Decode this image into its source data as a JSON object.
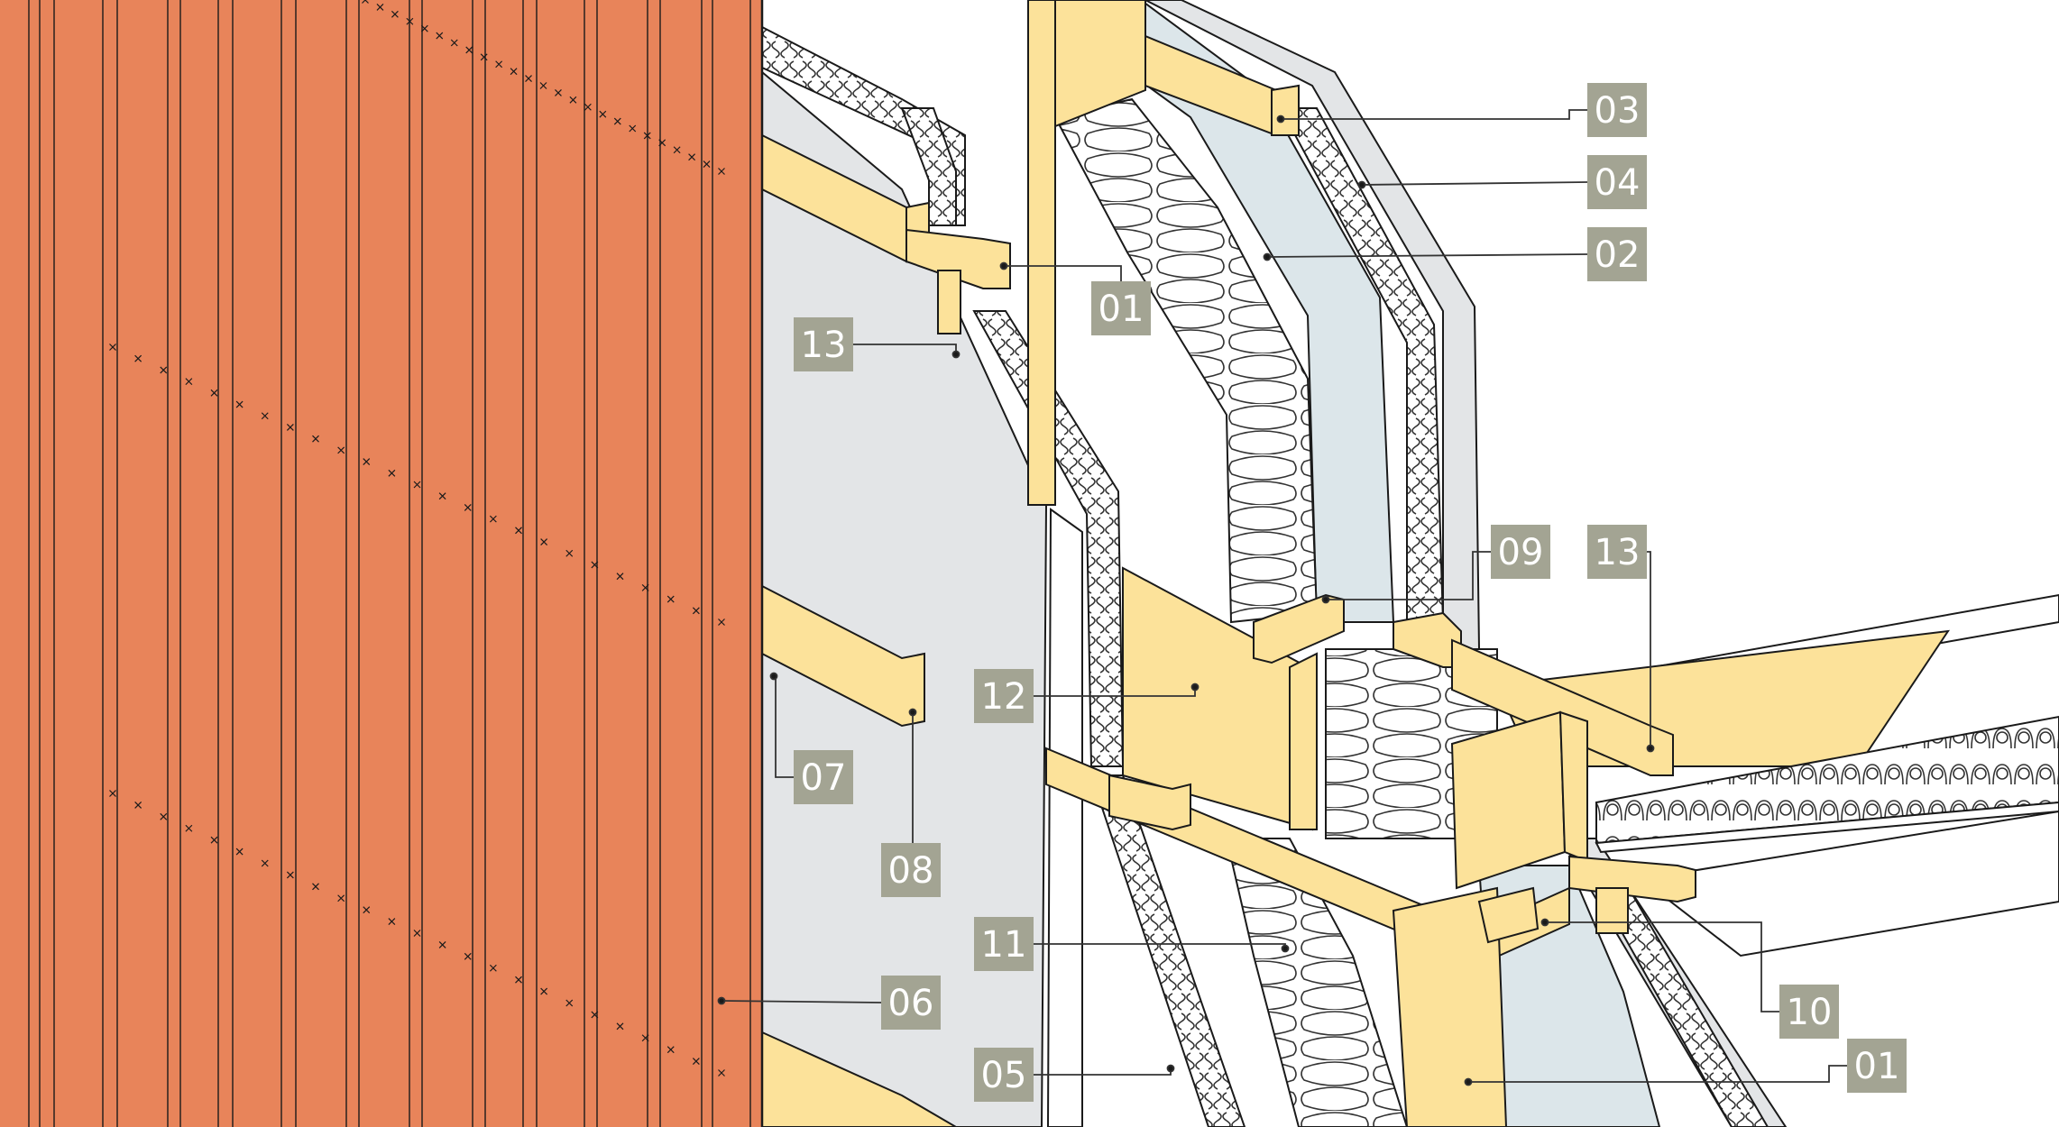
{
  "colors": {
    "cladding": "#E8845A",
    "timber": "#FCE29A",
    "timber_stroke": "#1a1a1a",
    "membrane": "#E3E5E7",
    "vapour_barrier": "#DCE6EA",
    "insulation": "#FFFFFF",
    "tag_background": "#A3A493",
    "tag_text": "#FFFFFF"
  },
  "callouts": [
    {
      "label": "03"
    },
    {
      "label": "04"
    },
    {
      "label": "02"
    },
    {
      "label": "01"
    },
    {
      "label": "13"
    },
    {
      "label": "09"
    },
    {
      "label": "13"
    },
    {
      "label": "12"
    },
    {
      "label": "07"
    },
    {
      "label": "08"
    },
    {
      "label": "11"
    },
    {
      "label": "06"
    },
    {
      "label": "10"
    },
    {
      "label": "05"
    },
    {
      "label": "01"
    }
  ]
}
